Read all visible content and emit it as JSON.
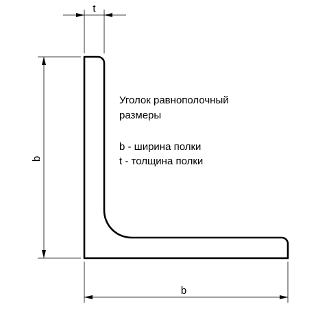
{
  "description": {
    "title_line1": "Уголок равнополочный",
    "title_line2": "размеры",
    "legend_b": "b - ширина полки",
    "legend_t": "t - толщина полки"
  },
  "dimensions": {
    "thickness_label": "t",
    "height_label": "b",
    "width_label": "b"
  },
  "colors": {
    "outline": "#000000",
    "background": "#ffffff"
  }
}
